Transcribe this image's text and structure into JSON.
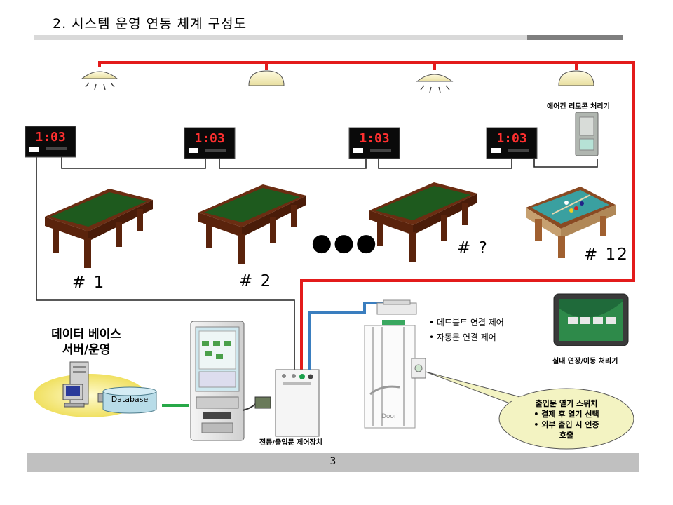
{
  "header": {
    "title": "2. 시스템 운영 연동 체계 구성도"
  },
  "footer": {
    "page_number": "3"
  },
  "tables": [
    {
      "label": "# 1"
    },
    {
      "label": "# 2"
    },
    {
      "label": "# ?"
    },
    {
      "label": "# 12"
    }
  ],
  "ellipsis": "●●●",
  "timer_display": "1:03",
  "aircon": {
    "label": "에어컨 리모콘 처리기"
  },
  "database_server": {
    "title_line1": "데이터 베이스",
    "title_line2": "서버/운영",
    "db_label": "Database"
  },
  "controller": {
    "label": "전등/출입문 제어장치"
  },
  "door": {
    "label": "Door"
  },
  "door_features": {
    "items": [
      "•  데드볼트 연결 제어",
      "•  자동문 연결 제어"
    ]
  },
  "switch_callout": {
    "lines": [
      "출입문 열기 스위치",
      "•  결제 후 열기 선택",
      "•  외부 출입 시 인증",
      "호출"
    ]
  },
  "indoor_display": {
    "label": "실내 연장/이동 처리기"
  },
  "colors": {
    "power_line": "#e31b1b",
    "network_line": "#3a7ebf",
    "data_link": "#27a848",
    "table_felt": "#1e5a1e",
    "table_wood": "#6b2d12",
    "callout_fill": "#f3f3c2"
  }
}
